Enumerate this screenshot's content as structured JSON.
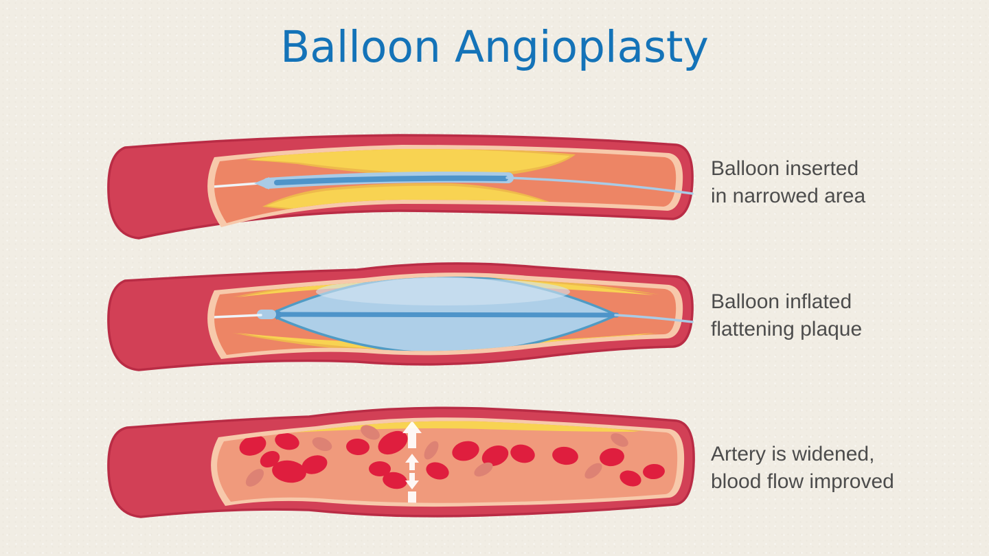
{
  "title": "Balloon Angioplasty",
  "stages": [
    {
      "id": "stage-1",
      "caption_line1": "Balloon inserted",
      "caption_line2": "in narrowed area"
    },
    {
      "id": "stage-2",
      "caption_line1": "Balloon inflated",
      "caption_line2": "flattening plaque"
    },
    {
      "id": "stage-3",
      "caption_line1": "Artery is widened,",
      "caption_line2": "blood flow improved"
    }
  ],
  "icons": {
    "stage_3_arrows": "up-down-expansion-arrows"
  },
  "colors": {
    "background": "#f1ede4",
    "title-blue": "#1473b8",
    "label-gray": "#4c4c4c",
    "artery-red": "#d24056",
    "artery-red-dark": "#b92c45",
    "artery-rim": "#f7c9ab",
    "lumen-salmon": "#ed8565",
    "lumen-salmon-light": "#f09a7c",
    "plaque-yellow": "#f8d352",
    "plaque-gold": "#eeb94c",
    "catheter-blue": "#4e94c9",
    "catheter-sheath": "#a9cbe6",
    "balloon-fill": "#aecfe8",
    "balloon-outline": "#509bc4",
    "balloon-highlight": "#d4e5f2",
    "wire-light": "#eff5fa",
    "blood-cell-red": "#df1e3e",
    "blood-cell-muted": "#dd8274",
    "arrow-white": "#ffffff"
  }
}
